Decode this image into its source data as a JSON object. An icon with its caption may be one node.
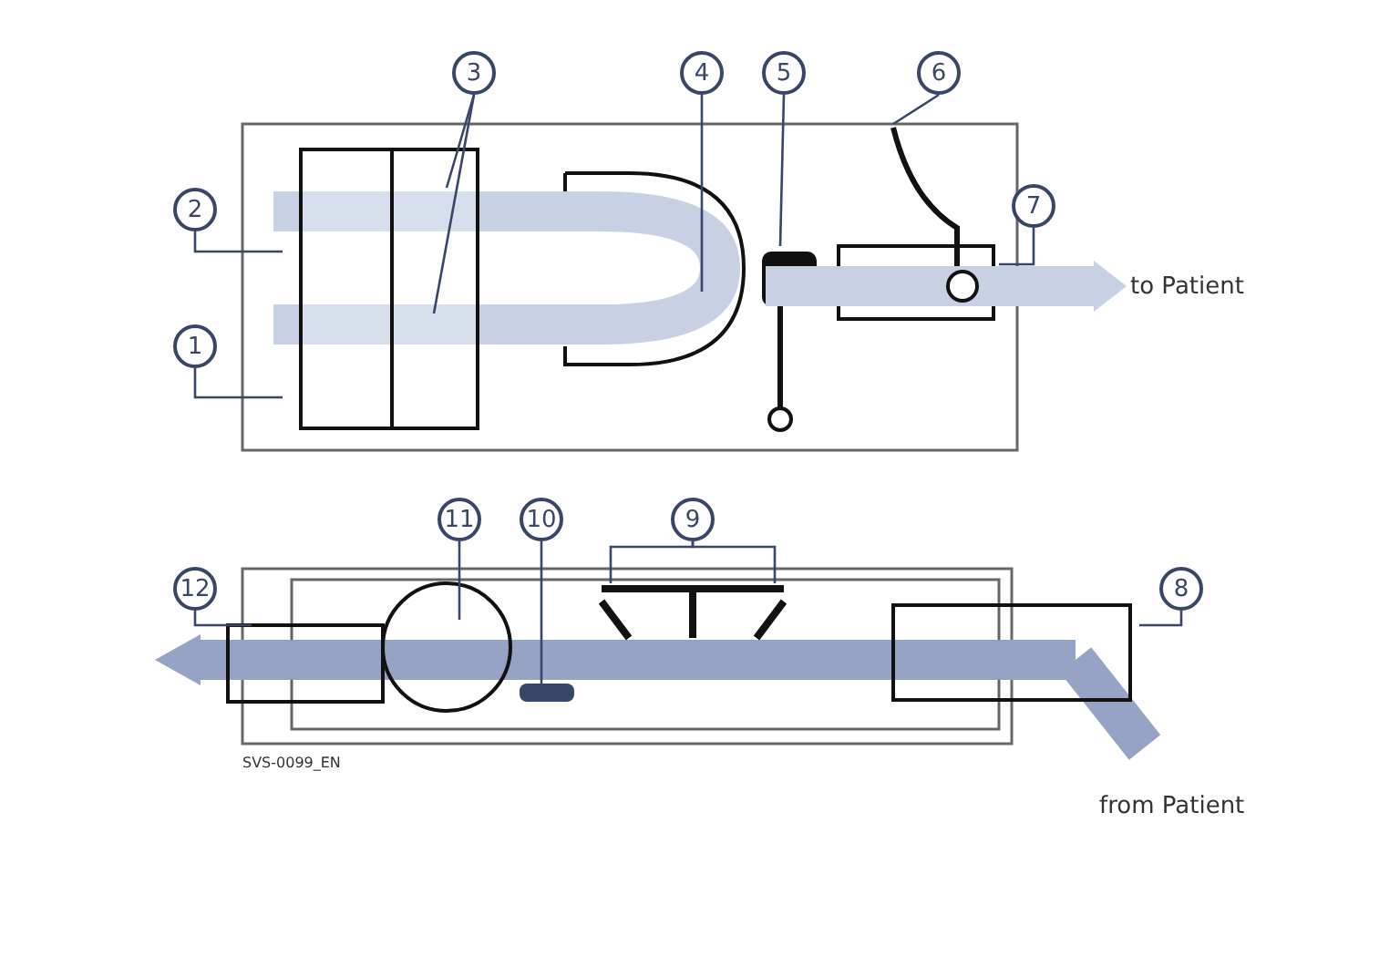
{
  "diagram": {
    "nodes": [
      {
        "text": [
          "1"
        ]
      },
      {
        "text": [
          "2"
        ]
      },
      {
        "text": [
          "3"
        ]
      },
      {
        "text": [
          "4"
        ]
      },
      {
        "text": [
          "5"
        ]
      },
      {
        "text": [
          "6"
        ]
      },
      {
        "text": [
          "7"
        ]
      },
      {
        "text": [
          "8"
        ]
      },
      {
        "text": [
          "9"
        ]
      },
      {
        "text": [
          "10"
        ]
      },
      {
        "text": [
          "11"
        ]
      },
      {
        "text": [
          "12"
        ]
      }
    ],
    "edges": [
      {
        "from": 0,
        "to": null,
        "arrow": "none"
      },
      {
        "from": 1,
        "to": null,
        "arrow": "none"
      },
      {
        "from": 2,
        "to": null,
        "arrow": "none"
      },
      {
        "from": 2,
        "to": null,
        "arrow": "none"
      },
      {
        "from": 3,
        "to": null,
        "arrow": "none"
      },
      {
        "from": 4,
        "to": null,
        "arrow": "none"
      },
      {
        "from": 5,
        "to": null,
        "arrow": "none"
      },
      {
        "from": 6,
        "to": null,
        "arrow": "none"
      },
      {
        "from": 7,
        "to": null,
        "arrow": "none"
      },
      {
        "from": 8,
        "to": null,
        "arrow": "none"
      },
      {
        "from": 8,
        "to": null,
        "arrow": "none"
      },
      {
        "from": 9,
        "to": null,
        "arrow": "none"
      },
      {
        "from": 10,
        "to": null,
        "arrow": "none"
      },
      {
        "from": 11,
        "to": null,
        "arrow": "none"
      }
    ],
    "labels": [
      "to Patient",
      "SVS-0099_EN",
      "from Patient"
    ]
  }
}
